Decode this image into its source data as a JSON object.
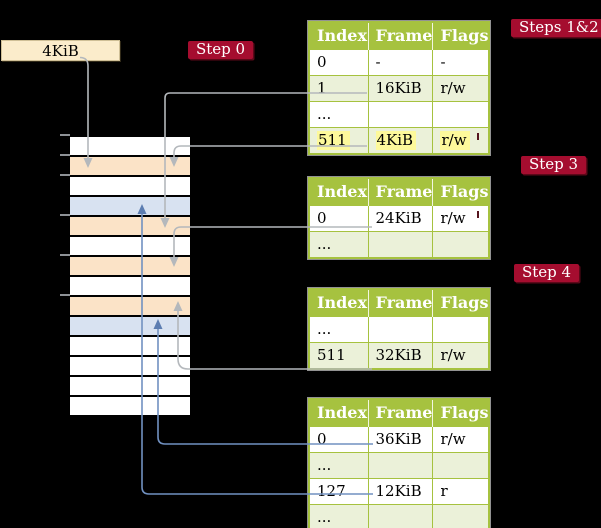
{
  "colors": {
    "background": "#000000",
    "badge_red": "#a50d2f",
    "box_cream": "#fbeccb",
    "table_green": "#a6c23f",
    "row_green": "#ebf1d9",
    "highlight_yellow": "#fdf99b",
    "frame_peach": "#fbe3c7",
    "frame_blue": "#d8e2f1",
    "arrow_gray": "#b4b8bc",
    "arrow_blue": "#7191c1",
    "arrowhead_blue": "#5c7db1",
    "white": "#ffffff"
  },
  "labels": {
    "source_box": "4KiB",
    "step0": "Step 0",
    "steps12": "Steps 1&2",
    "step3": "Step 3",
    "step4": "Step 4"
  },
  "memory": {
    "rows": [
      {
        "fill": "white"
      },
      {
        "fill": "frame_peach"
      },
      {
        "fill": "white"
      },
      {
        "fill": "frame_blue"
      },
      {
        "fill": "frame_peach"
      },
      {
        "fill": "white"
      },
      {
        "fill": "frame_peach"
      },
      {
        "fill": "white"
      },
      {
        "fill": "frame_peach"
      },
      {
        "fill": "frame_blue"
      },
      {
        "fill": "white"
      },
      {
        "fill": "white"
      },
      {
        "fill": "white"
      },
      {
        "fill": "white"
      }
    ]
  },
  "tables": [
    {
      "id": "page-table-steps-1-2",
      "headers": [
        "Index",
        "Frame",
        "Flags"
      ],
      "rows": [
        {
          "cells": [
            "0",
            "-",
            "-"
          ],
          "shaded": false,
          "highlight": false
        },
        {
          "cells": [
            "1",
            "16KiB",
            "r/w"
          ],
          "shaded": true,
          "highlight": false
        },
        {
          "cells": [
            "...",
            "",
            ""
          ],
          "shaded": false,
          "highlight": false
        },
        {
          "cells": [
            "511",
            "4KiB",
            "r/w"
          ],
          "shaded": true,
          "highlight": true
        }
      ]
    },
    {
      "id": "page-table-step-3",
      "headers": [
        "Index",
        "Frame",
        "Flags"
      ],
      "rows": [
        {
          "cells": [
            "0",
            "24KiB",
            "r/w"
          ],
          "shaded": false,
          "highlight": false
        },
        {
          "cells": [
            "...",
            "",
            ""
          ],
          "shaded": true,
          "highlight": false
        }
      ]
    },
    {
      "id": "page-table-step-4",
      "headers": [
        "Index",
        "Frame",
        "Flags"
      ],
      "rows": [
        {
          "cells": [
            "...",
            "",
            ""
          ],
          "shaded": false,
          "highlight": false
        },
        {
          "cells": [
            "511",
            "32KiB",
            "r/w"
          ],
          "shaded": true,
          "highlight": false
        }
      ]
    },
    {
      "id": "page-table-final",
      "headers": [
        "Index",
        "Frame",
        "Flags"
      ],
      "rows": [
        {
          "cells": [
            "0",
            "36KiB",
            "r/w"
          ],
          "shaded": false,
          "highlight": false
        },
        {
          "cells": [
            "...",
            "",
            ""
          ],
          "shaded": true,
          "highlight": false
        },
        {
          "cells": [
            "127",
            "12KiB",
            "r"
          ],
          "shaded": false,
          "highlight": false
        },
        {
          "cells": [
            "...",
            "",
            ""
          ],
          "shaded": true,
          "highlight": false
        }
      ]
    }
  ],
  "connectors": [
    {
      "name": "source-4kib-to-frame-4kib",
      "color": "arrow_gray"
    },
    {
      "name": "entry-1-16kib-to-frame-16kib",
      "color": "arrow_gray"
    },
    {
      "name": "entry-511-4kib-to-frame-4kib",
      "color": "arrow_gray"
    },
    {
      "name": "entry-0-24kib-to-frame-24kib",
      "color": "arrow_gray"
    },
    {
      "name": "entry-511-32kib-to-frame-32kib",
      "color": "arrow_gray"
    },
    {
      "name": "entry-0-36kib-to-frame-36kib",
      "color": "arrow_blue"
    },
    {
      "name": "entry-127-12kib-to-frame-12kib",
      "color": "arrow_blue"
    }
  ]
}
